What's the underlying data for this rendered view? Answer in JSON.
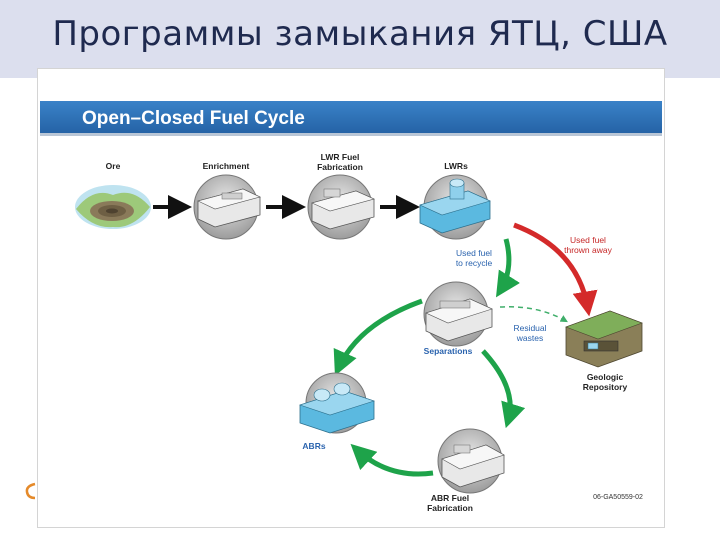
{
  "slide": {
    "title": "Программы замыкания ЯТЦ, США"
  },
  "figure": {
    "header": "Open–Closed Fuel Cycle",
    "figure_id": "06-GA50559-02",
    "stages": {
      "ore": "Ore",
      "enrichment": "Enrichment",
      "lwr_fab_1": "LWR Fuel",
      "lwr_fab_2": "Fabrication",
      "lwrs": "LWRs",
      "separations": "Separations",
      "abrs": "ABRs",
      "abr_fab_1": "ABR Fuel",
      "abr_fab_2": "Fabrication",
      "repo_1": "Geologic",
      "repo_2": "Repository"
    },
    "annotations": {
      "recycle_1": "Used fuel",
      "recycle_2": "to recycle",
      "thrown_1": "Used fuel",
      "thrown_2": "thrown away",
      "residual_1": "Residual",
      "residual_2": "wastes"
    },
    "colors": {
      "header_bar": "#2f73b8",
      "arrow_black": "#111111",
      "arrow_green": "#1ea34a",
      "arrow_red": "#d42a2a",
      "facility_blue": "#5bb9e0"
    }
  }
}
